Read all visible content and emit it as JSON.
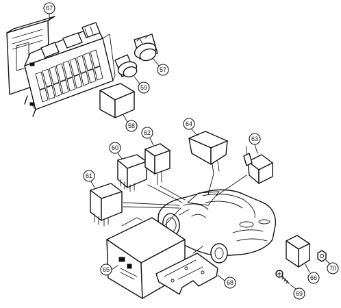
{
  "callouts": {
    "c57": "57",
    "c58": "58",
    "c59": "59",
    "c60": "60",
    "c61": "61",
    "c62": "62",
    "c63": "63",
    "c64": "64",
    "c65": "65",
    "c66": "66",
    "c67": "67",
    "c68": "68",
    "c69": "69",
    "c70": "70"
  }
}
